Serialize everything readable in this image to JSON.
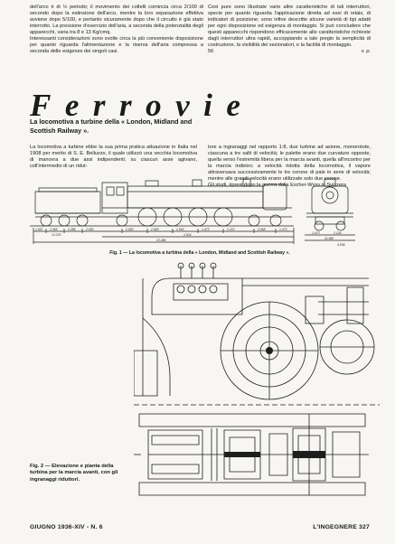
{
  "top_left": {
    "paragraph_1": "dell'arco è di ½ periodo; il movimento dei coltelli comincia circa 2/100 di secondo dopo la estinsione dell'arco, mentre la loro separazione effettiva avviene dopo 5/100, e pertanto sicuramente dopo che il circuito è già stato interrotto. La pressione d'esercizio dell'aria, a seconda della potenzialità degli apparecchi, varia tra 8 e 13 Kg/cmq.",
    "paragraph_2": "Interessanti considerazioni sono svolte circa la più conveniente disposizione per quanto riguarda l'alimentazione e la riserva dell'aria compressa a seconda delle esigenze dei singoli casi."
  },
  "top_right": {
    "paragraph": "Così pure sono illustrate varie altre caratteristiche di tali interruttori, specie per quanto riguarda l'applicazione diretta ad essi di relais, di indicatori di posizione; sono infine descritte alcune varietà di tipi adatti per ogni disposizione ed esigenza di montaggio. Si può concludere che questi apparecchi rispondono efficacemente alle caratteristiche richieste dagli interruttori ultra rapidi, accoppiando a tale pregio la semplicità di costruzione, la visibilità dei sezionatori, e la facilità di montaggio.",
    "page_ref": "56",
    "signature": "v. p."
  },
  "section_title": "Ferrovie",
  "article": {
    "title": "La locomotiva a turbine della « London, Midland and Scottish Railway ».",
    "body_left": "La locomotiva a turbine ebbe la sua prima pratica attuazione in Italia nel 1908 per merito di S. E. Belluzzo, il quale utilizzò una vecchia locomotiva di manovra a due assi indipendenti; su ciascun asse agivano, coll'intermedio di un ridut-",
    "body_right": "tore a ingranaggi nel rapporto 1:8, due turbine ad asione, monorotote, ciascuna a tre salti di velocità; le palette erano due curvature opposte, quella verso l'estremità libera per la marcia avanti, quella all'incontro per la marcia indietro; a velocità ridotta della locomotiva, il vapore attraversava successivamente le tre corone di pale in serie di velocità; mentre alle grandi velocità erano utilizzate solo due corone.\nGli studi, ripresi dopo la guerra dalla Escher-Wyss in Svizzera"
  },
  "figure_1": {
    "caption": "Fig. 1 — La locomotiva a turbina della « London, Midland and Scottish Railway ».",
    "dimensions": [
      "1.657",
      "2.565",
      "2.286",
      "2.083",
      "2.083",
      "2.083",
      "2.063",
      "1.473",
      "2.222",
      "3.658",
      "1.473",
      "1.473",
      "2.134",
      "1.524",
      "13.233",
      "22.466",
      "11.960",
      "4.036"
    ]
  },
  "figure_2": {
    "caption": "Fig. 2 — Elevazione e pianta della turbina per la marcia avanti, con gli ingranaggi riduttori."
  },
  "footer": {
    "left": "GIUGNO 1936-XIV - N. 6",
    "right": "L'INGEGNERE 327"
  }
}
